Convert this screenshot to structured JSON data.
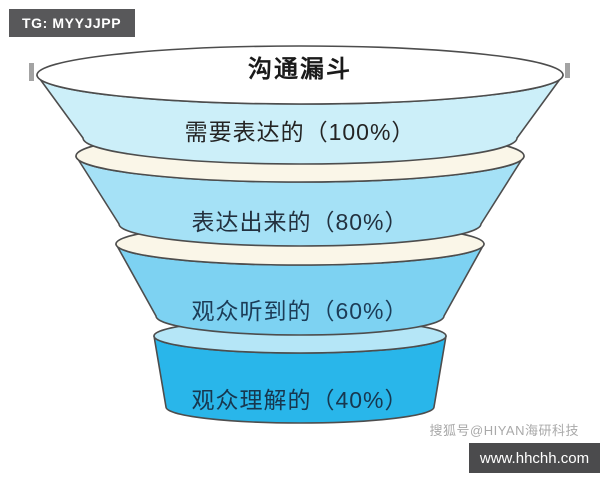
{
  "page": {
    "background": "#ffffff"
  },
  "badge_tg": {
    "label": "TG: MYYJJPP",
    "bg": "#58585a",
    "text_color": "#ffffff"
  },
  "funnel": {
    "title": "沟通漏斗",
    "title_color": "#1a1a1a",
    "outline_color": "#4d4d4d",
    "tiers": [
      {
        "label": "需要表达的（100%）",
        "percent": 100,
        "band_color": "#cceff9",
        "lip_color": "#ffffff",
        "text_color": "#242424"
      },
      {
        "label": "表达出来的（80%）",
        "percent": 80,
        "band_color": "#a5e1f6",
        "lip_color": "#faf6e8",
        "text_color": "#23313f"
      },
      {
        "label": "观众听到的（60%）",
        "percent": 60,
        "band_color": "#7dd2f2",
        "lip_color": "#faf6e8",
        "text_color": "#1c3c57"
      },
      {
        "label": "观众理解的（40%）",
        "percent": 40,
        "band_color": "#29b6ea",
        "lip_color": "#b5e6f7",
        "text_color": "#17374f"
      }
    ]
  },
  "decor": {
    "edge_mark_color": "#a3a3a3"
  },
  "watermark": {
    "label": "搜狐号@HIYAN海研科技",
    "color": "#a9a9a9"
  },
  "site_badge": {
    "label": "www.hhchh.com",
    "bg": "#4b4b4d",
    "text_color": "#ffffff"
  },
  "chart_data": {
    "type": "funnel",
    "title": "沟通漏斗",
    "categories": [
      "需要表达的",
      "表达出来的",
      "观众听到的",
      "观众理解的"
    ],
    "values": [
      100,
      80,
      60,
      40
    ],
    "unit": "%"
  }
}
